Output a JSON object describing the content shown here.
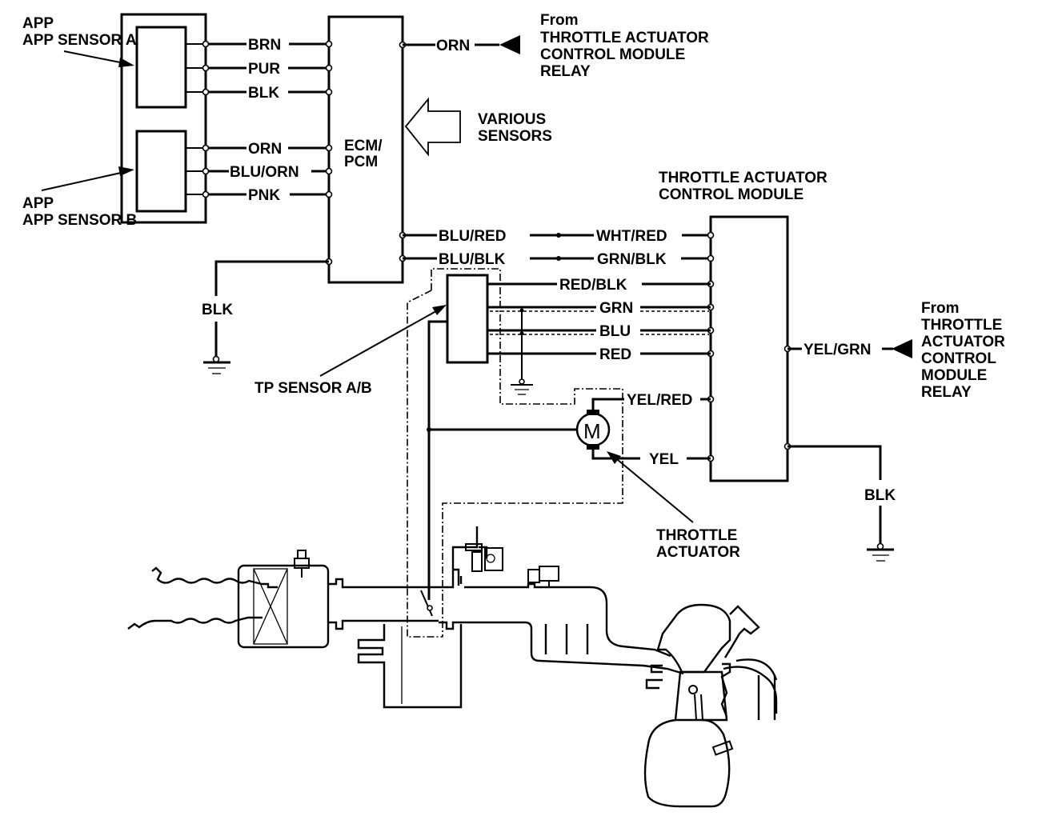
{
  "diagram": {
    "components": {
      "app_sensor_a": "APP SENSOR A",
      "app_sensor_b": "APP SENSOR B",
      "ecm_pcm": [
        "ECM/",
        "PCM"
      ],
      "various_sensors": [
        "VARIOUS",
        "SENSORS"
      ],
      "tacm_title": [
        "THROTTLE ACTUATOR",
        "CONTROL MODULE"
      ],
      "tp_sensor": "TP SENSOR A/B",
      "throttle_actuator": [
        "THROTTLE",
        "ACTUATOR"
      ],
      "motor_symbol": "M"
    },
    "relay_sources": {
      "top": [
        "From",
        "THROTTLE ACTUATOR",
        "CONTROL MODULE",
        "RELAY"
      ],
      "right": [
        "From",
        "THROTTLE",
        "ACTUATOR",
        "CONTROL",
        "MODULE",
        "RELAY"
      ]
    },
    "wires": {
      "app_a": [
        "BRN",
        "PUR",
        "BLK"
      ],
      "app_b": [
        "ORN",
        "BLU/ORN",
        "PNK"
      ],
      "ecm_ground": "BLK",
      "ecm_relay": "ORN",
      "ecm_to_tacm": [
        {
          "ecm_side": "BLU/RED",
          "tacm_side": "WHT/RED"
        },
        {
          "ecm_side": "BLU/BLK",
          "tacm_side": "GRN/BLK"
        }
      ],
      "tp_sensor": [
        "RED/BLK",
        "GRN",
        "BLU",
        "RED"
      ],
      "actuator": [
        "YEL/RED",
        "YEL"
      ],
      "tacm_relay": "YEL/GRN",
      "tacm_ground": "BLK"
    }
  }
}
